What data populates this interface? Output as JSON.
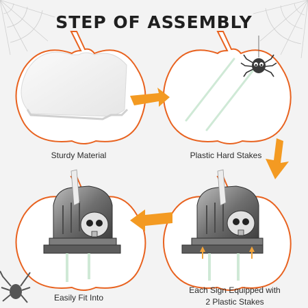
{
  "title": "STEP OF ASSEMBLY",
  "steps": [
    {
      "caption": "Sturdy Material"
    },
    {
      "caption": "Plastic Hard Stakes"
    },
    {
      "caption": "Easily Fit Into"
    },
    {
      "caption_line1": "Each Sign Equipped with",
      "caption_line2": "2 Plastic Stakes"
    }
  ],
  "colors": {
    "pumpkin_outline": "#e8621f",
    "arrow": "#f39a22",
    "stake": "#cfe9d6",
    "background": "#f3f3f3",
    "title": "#1f1f1f"
  },
  "icons": [
    "spiderweb-icon",
    "spider-icon",
    "arrow-icon",
    "skull-icon",
    "tombstone-icon"
  ]
}
